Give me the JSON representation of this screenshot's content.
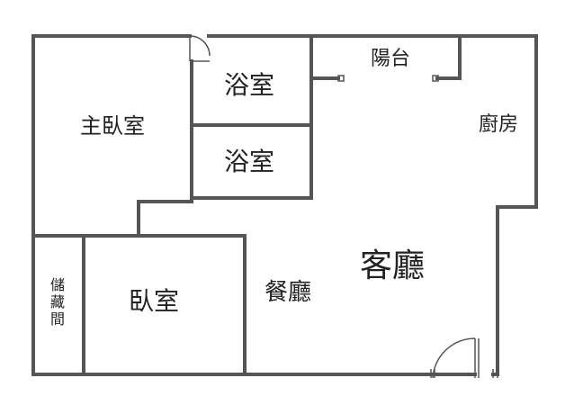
{
  "floorplan": {
    "rooms": {
      "master_bedroom": "主臥室",
      "bathroom_1": "浴室",
      "bathroom_2": "浴室",
      "balcony": "陽台",
      "kitchen": "廚房",
      "living_room": "客廳",
      "dining_room": "餐廳",
      "bedroom": "臥室",
      "storage": [
        "儲",
        "藏",
        "間"
      ]
    },
    "colors": {
      "wall": "#555555",
      "text": "#222222",
      "background": "#ffffff"
    }
  }
}
